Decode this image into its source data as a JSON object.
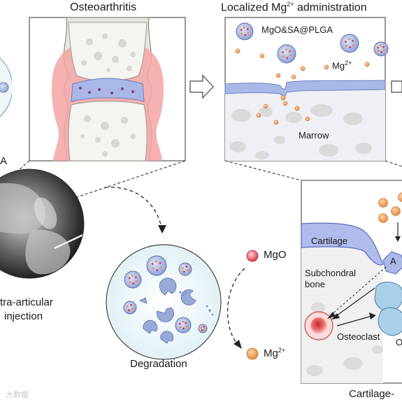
{
  "panels": {
    "osteoarthritis": {
      "title": "Osteoarthritis"
    },
    "localized": {
      "title_main": "Localized Mg",
      "title_sup": "2+",
      "title_tail": " administration",
      "particle_label": "MgO&SA@PLGA",
      "ion_label": "Mg",
      "ion_sup": "2+",
      "marrow_label": "Marrow"
    },
    "left_edge": {
      "letter": "A"
    },
    "xray": {
      "caption_line1": "tra-articular",
      "caption_line2": "injection"
    },
    "degradation": {
      "label": "Degradation"
    },
    "legend": {
      "mgo_label": "MgO",
      "mg_label": "Mg",
      "mg_sup": "2+"
    },
    "detail": {
      "cartilage_label": "Cartilage",
      "subchondral_line1": "Subchondral",
      "subchondral_line2": "bone",
      "osteoclast_label": "Osteoclast",
      "partial_a": "A",
      "partial_o": "O",
      "bottom_label": "Cartilage-"
    }
  },
  "watermark": "大数据",
  "colors": {
    "particle_fill": "#aab8e0",
    "particle_stroke": "#5a6aa8",
    "ion": "#f0a060",
    "cartilage": "#aab8e8",
    "inflamed": "#f4a0a0",
    "bone": "#e6e6e2",
    "mgo": "#e85a6a"
  },
  "icons": [
    "right-arrow-icon",
    "dashed-curved-arrow-icon"
  ]
}
